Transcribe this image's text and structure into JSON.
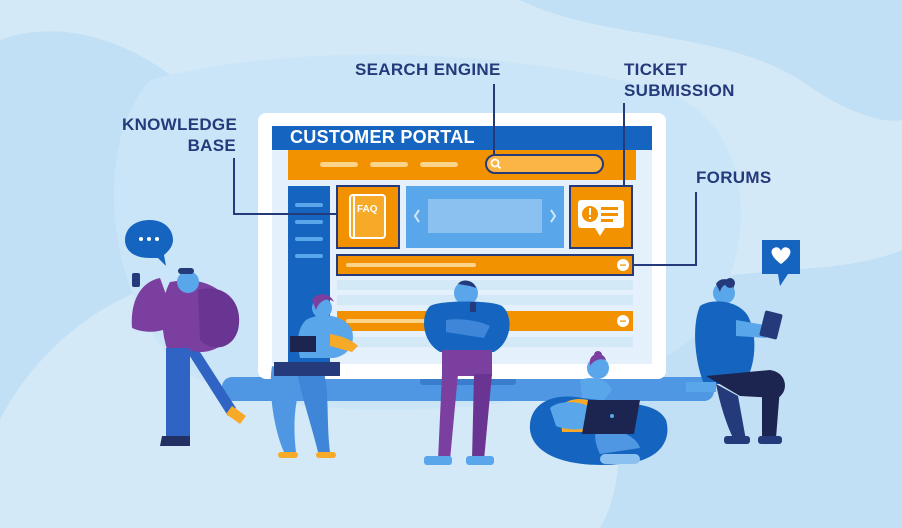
{
  "portal": {
    "title": "CUSTOMER PORTAL",
    "faq_label": "FAQ"
  },
  "callouts": {
    "search_engine": "SEARCH ENGINE",
    "ticket_line1": "TICKET",
    "ticket_line2": "SUBMISSION",
    "knowledge_line1": "KNOWLEDGE",
    "knowledge_line2": "BASE",
    "forums": "FORUMS"
  },
  "colors": {
    "background": "#d4e9f7",
    "navy": "#243a7a",
    "brand_blue": "#1565c0",
    "orange": "#f39200",
    "light_blue": "#5aa6ea",
    "purple": "#7b3fa0"
  },
  "icons": [
    "search-icon",
    "faq-book-icon",
    "alert-icon",
    "chat-bubble-icon",
    "heart-icon",
    "ellipsis-icon",
    "chevron-left-icon",
    "chevron-right-icon"
  ]
}
